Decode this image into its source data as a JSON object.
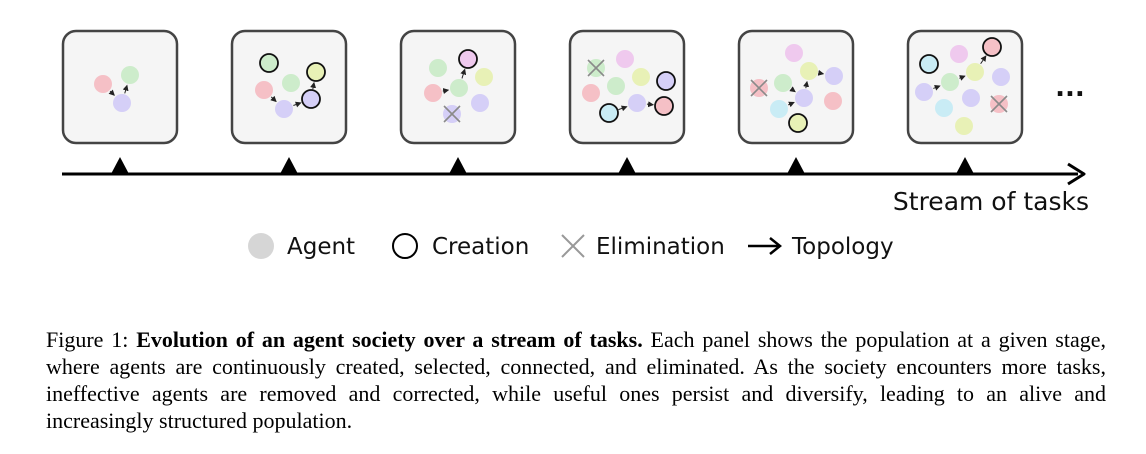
{
  "diagram": {
    "axis_label": "Stream of tasks",
    "ellipsis": "...",
    "legend": [
      {
        "key": "agent",
        "label": "Agent"
      },
      {
        "key": "creation",
        "label": "Creation"
      },
      {
        "key": "elimination",
        "label": "Elimination"
      },
      {
        "key": "topology",
        "label": "Topology"
      }
    ],
    "colors": {
      "pink": "#f5c0c6",
      "green": "#cdeccb",
      "purple": "#d5cff7",
      "yellow": "#e8f1b6",
      "magenta": "#efc9ee",
      "cyan": "#c9ecf5",
      "legend_agent": "#d6d6d6",
      "axis": "#000000",
      "panel_fill": "#f5f5f5",
      "panel_stroke": "#444444"
    }
  },
  "caption": {
    "prefix": "Figure 1: ",
    "title": "Evolution of an agent society over a stream of tasks.",
    "body": " Each panel shows the population at a given stage, where agents are continuously created, selected, connected, and eliminated. As the society encounters more tasks, ineffective agents are removed and corrected, while useful ones persist and diversify, leading to an alive and increasingly structured population."
  }
}
